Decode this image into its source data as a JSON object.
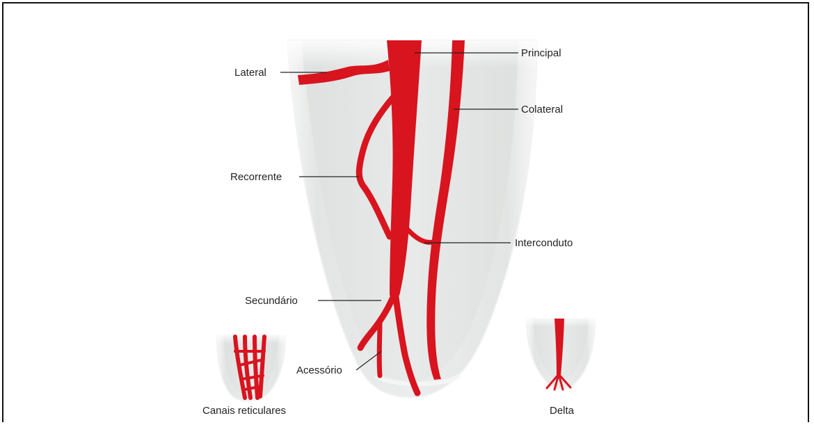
{
  "labels": {
    "principal": "Principal",
    "lateral": "Lateral",
    "colateral": "Colateral",
    "recorrente": "Recorrente",
    "interconduto": "Interconduto",
    "secundario": "Secundário",
    "acessorio": "Acessório",
    "canais_reticulares": "Canais reticulares",
    "delta": "Delta"
  },
  "colors": {
    "canal": "#d8141f",
    "root_outer": "#e9ebea",
    "root_inner": "#d9dcda",
    "root_edge": "#f7f8f7",
    "text": "#222222"
  }
}
